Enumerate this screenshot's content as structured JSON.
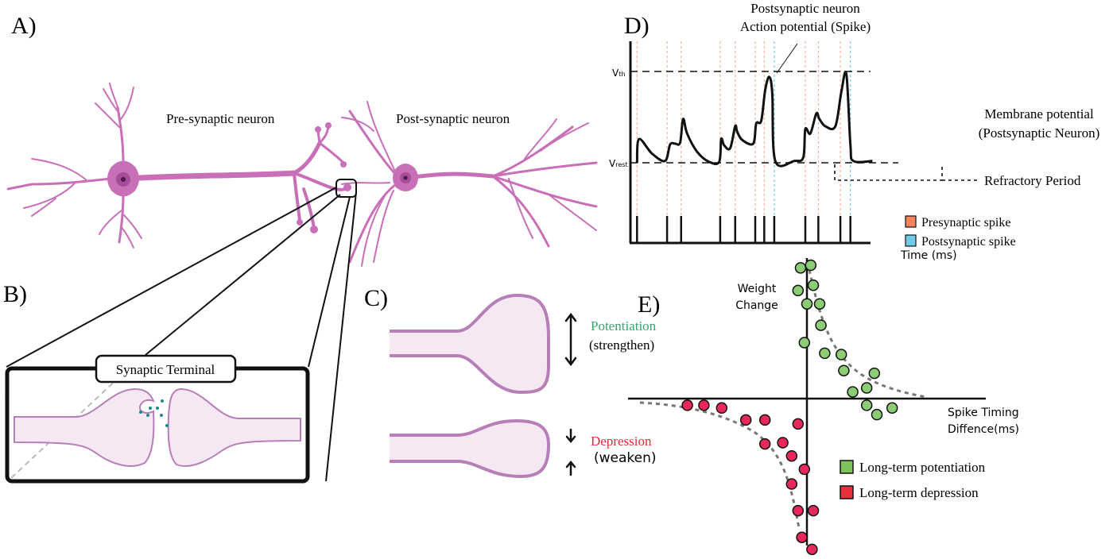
{
  "panels": {
    "a": {
      "label": "A)",
      "pre_neuron_label": "Pre-synaptic neuron",
      "post_neuron_label": "Post-synaptic neuron"
    },
    "b": {
      "label": "B)",
      "box_title": "Synaptic Terminal"
    },
    "c": {
      "label": "C)",
      "potentiation_label": "Potentiation",
      "potentiation_sub": "(strengthen)",
      "depression_label": "Depression",
      "depression_sub": "(weaken)"
    },
    "d": {
      "label": "D)",
      "annotation_line1": "Postsynaptic neuron",
      "annotation_line2": "Action potential (Spike)",
      "vth_label": "V",
      "vth_sub": "th",
      "vrest_label": "V",
      "vrest_sub": "rest",
      "membrane_line1": "Membrane potential",
      "membrane_line2": "(Postsynaptic Neuron)",
      "refractory_label": "Refractory Period",
      "xlabel": "Time (ms)",
      "legend": [
        {
          "label": "Presynaptic spike",
          "color": "#f4845f"
        },
        {
          "label": "Postsynaptic spike",
          "color": "#6fcbe6"
        }
      ]
    },
    "e": {
      "label": "E)",
      "ylabel_line1": "Weight",
      "ylabel_line2": "Change",
      "xlabel_line1": "Spike Timing",
      "xlabel_line2": "Diffence(ms)",
      "legend": [
        {
          "label": "Long-term potentiation",
          "color": "#7dc35b"
        },
        {
          "label": "Long-term depression",
          "color": "#e8313a"
        }
      ]
    }
  },
  "colors": {
    "neuron": "#c86fb8",
    "neuron_dark": "#a54d9b",
    "nucleus": "#8b3a86",
    "membrane_fill": "#f6e8f3",
    "membrane_stroke": "#b67fb7",
    "vesicle": "#1d8a8a",
    "potentiation_text": "#2fa86a",
    "depression_text": "#e8283a",
    "ltp_point": "#8ccc74",
    "ltd_point": "#e8285a"
  },
  "chart_data": [
    {
      "type": "line",
      "title": "Membrane potential (Postsynaptic Neuron)",
      "xlabel": "Time (ms)",
      "ylabel": "",
      "y_reference_lines": [
        "Vth",
        "Vrest"
      ],
      "presynaptic_spike_times": [
        1,
        4,
        5.4,
        9.3,
        10.8,
        12.8,
        13.7
      ],
      "postsynaptic_spike_times": [
        14.7,
        22.3
      ],
      "presynaptic_spike_times_2": [
        17.8,
        19.1,
        21.3
      ],
      "membrane_trace_normalized": {
        "note": "0 = Vrest, 1 = Vth",
        "t": [
          1,
          1.2,
          2.5,
          3.8,
          4.3,
          4.8,
          5.3,
          5.6,
          6.0,
          7.0,
          8.2,
          9.2,
          9.4,
          9.7,
          10.3,
          10.8,
          11.0,
          11.5,
          12.6,
          12.9,
          13.4,
          13.8,
          14.2,
          14.5,
          14.8,
          16.7,
          17.6,
          17.8,
          18.3,
          18.9,
          19.2,
          19.8,
          20.8,
          21.4,
          21.9,
          22.3,
          22.6,
          24.5
        ],
        "v": [
          0.0,
          0.26,
          0.1,
          0.02,
          0.2,
          0.21,
          0.22,
          0.48,
          0.32,
          0.12,
          0.01,
          0.01,
          0.26,
          0.19,
          0.16,
          0.4,
          0.34,
          0.25,
          0.21,
          0.43,
          0.46,
          0.8,
          0.94,
          0.76,
          0.02,
          0.02,
          0.06,
          0.37,
          0.32,
          0.54,
          0.48,
          0.4,
          0.4,
          0.78,
          0.97,
          0.2,
          0.02,
          0.02
        ]
      },
      "refractory_period": [
        15.7,
        24.0
      ]
    },
    {
      "type": "scatter",
      "title": "",
      "xlabel": "Spike Timing Diffence(ms)",
      "ylabel": "Weight Change",
      "xlim": [
        -1,
        1
      ],
      "ylim": [
        -1,
        1
      ],
      "grid": false,
      "legend_position": "bottom-right",
      "series": [
        {
          "name": "Long-term potentiation",
          "points": [
            [
              -0.05,
              0.98
            ],
            [
              0.03,
              1.0
            ],
            [
              -0.07,
              0.81
            ],
            [
              0.05,
              0.85
            ],
            [
              0.0,
              0.71
            ],
            [
              0.1,
              0.71
            ],
            [
              0.11,
              0.55
            ],
            [
              -0.02,
              0.42
            ],
            [
              0.14,
              0.34
            ],
            [
              0.27,
              0.33
            ],
            [
              0.29,
              0.21
            ],
            [
              0.53,
              0.19
            ],
            [
              0.36,
              0.05
            ],
            [
              0.47,
              0.08
            ],
            [
              0.47,
              -0.05
            ],
            [
              0.55,
              -0.12
            ],
            [
              0.67,
              -0.07
            ]
          ]
        },
        {
          "name": "Long-term depression",
          "points": [
            [
              -0.94,
              -0.05
            ],
            [
              -0.81,
              -0.05
            ],
            [
              -0.67,
              -0.07
            ],
            [
              -0.48,
              -0.16
            ],
            [
              -0.33,
              -0.16
            ],
            [
              -0.07,
              -0.19
            ],
            [
              -0.33,
              -0.34
            ],
            [
              -0.19,
              -0.33
            ],
            [
              -0.12,
              -0.43
            ],
            [
              -0.02,
              -0.53
            ],
            [
              -0.12,
              -0.64
            ],
            [
              -0.07,
              -0.84
            ],
            [
              0.05,
              -0.84
            ],
            [
              -0.04,
              -1.04
            ],
            [
              0.04,
              -1.13
            ]
          ]
        }
      ],
      "fit_curves": [
        "exponential decay (LTP, positive Δt)",
        "exponential decay (LTD, negative Δt)"
      ]
    }
  ]
}
